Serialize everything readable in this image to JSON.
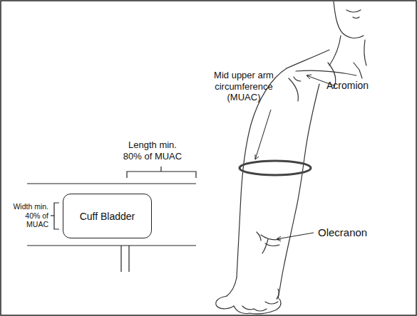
{
  "diagram": {
    "nodes": [
      {
        "text": [
          "Cuff Bladder"
        ]
      }
    ],
    "labels": [
      "Acromion",
      "Mid upper arm circumference (MUAC)",
      "Olecranon",
      "Length min. 80% of MUAC",
      "Width min. 40% of MUAC"
    ]
  }
}
